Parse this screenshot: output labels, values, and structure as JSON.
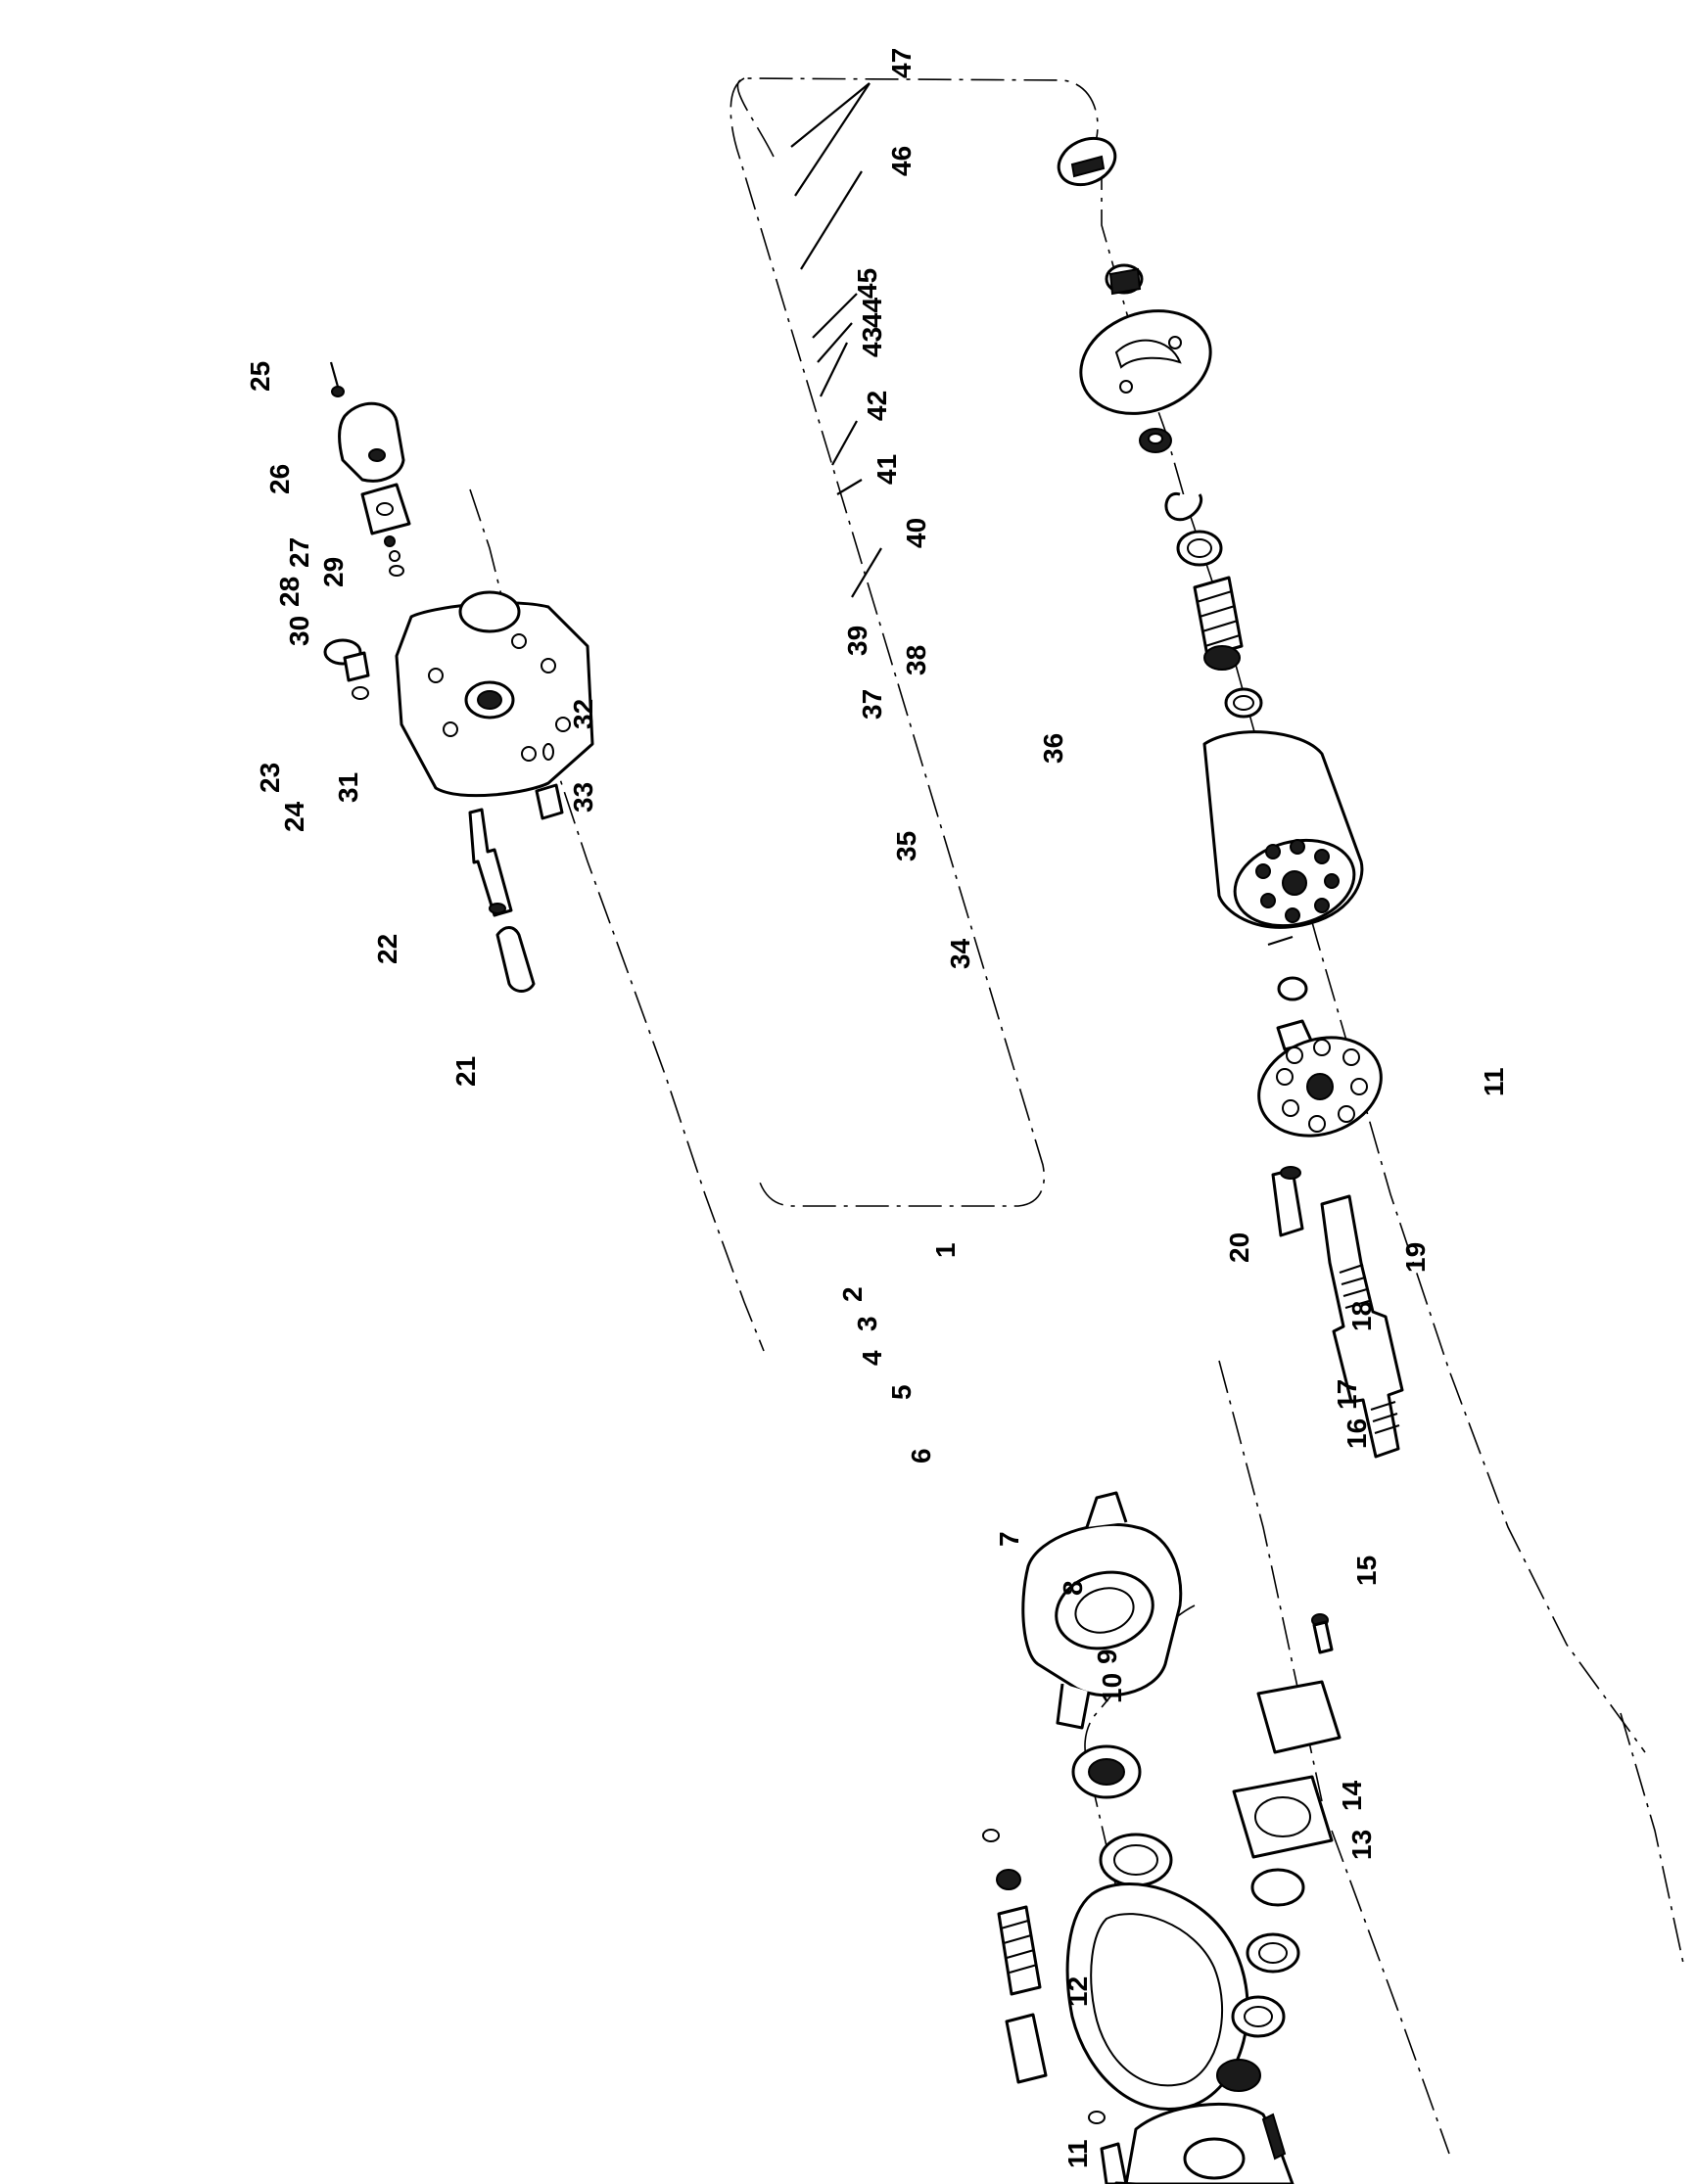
{
  "colors": {
    "ink": "#000000",
    "paper": "#ffffff"
  },
  "labels": [
    {
      "id": "p1",
      "text": "1"
    },
    {
      "id": "p2",
      "text": "2"
    },
    {
      "id": "p3",
      "text": "3"
    },
    {
      "id": "p4",
      "text": "4"
    },
    {
      "id": "p5",
      "text": "5"
    },
    {
      "id": "p6",
      "text": "6"
    },
    {
      "id": "p7",
      "text": "7"
    },
    {
      "id": "p8",
      "text": "8"
    },
    {
      "id": "p9",
      "text": "9"
    },
    {
      "id": "p10",
      "text": "10"
    },
    {
      "id": "p11a",
      "text": "11"
    },
    {
      "id": "p11b",
      "text": "11"
    },
    {
      "id": "p12",
      "text": "12"
    },
    {
      "id": "p13",
      "text": "13"
    },
    {
      "id": "p14",
      "text": "14"
    },
    {
      "id": "p15",
      "text": "15"
    },
    {
      "id": "p16",
      "text": "16"
    },
    {
      "id": "p17",
      "text": "17"
    },
    {
      "id": "p18",
      "text": "18"
    },
    {
      "id": "p19",
      "text": "19"
    },
    {
      "id": "p20",
      "text": "20"
    },
    {
      "id": "p21",
      "text": "21"
    },
    {
      "id": "p22",
      "text": "22"
    },
    {
      "id": "p23",
      "text": "23"
    },
    {
      "id": "p24",
      "text": "24"
    },
    {
      "id": "p25",
      "text": "25"
    },
    {
      "id": "p26",
      "text": "26"
    },
    {
      "id": "p27",
      "text": "27"
    },
    {
      "id": "p28",
      "text": "28"
    },
    {
      "id": "p29",
      "text": "29"
    },
    {
      "id": "p30",
      "text": "30"
    },
    {
      "id": "p31",
      "text": "31"
    },
    {
      "id": "p32",
      "text": "32"
    },
    {
      "id": "p33",
      "text": "33"
    },
    {
      "id": "p34",
      "text": "34"
    },
    {
      "id": "p35",
      "text": "35"
    },
    {
      "id": "p36",
      "text": "36"
    },
    {
      "id": "p37",
      "text": "37"
    },
    {
      "id": "p38",
      "text": "38"
    },
    {
      "id": "p39",
      "text": "39"
    },
    {
      "id": "p40",
      "text": "40"
    },
    {
      "id": "p41",
      "text": "41"
    },
    {
      "id": "p42",
      "text": "42"
    },
    {
      "id": "p43",
      "text": "43"
    },
    {
      "id": "p44",
      "text": "44"
    },
    {
      "id": "p45",
      "text": "45"
    },
    {
      "id": "p46",
      "text": "46"
    },
    {
      "id": "p47",
      "text": "47"
    }
  ]
}
